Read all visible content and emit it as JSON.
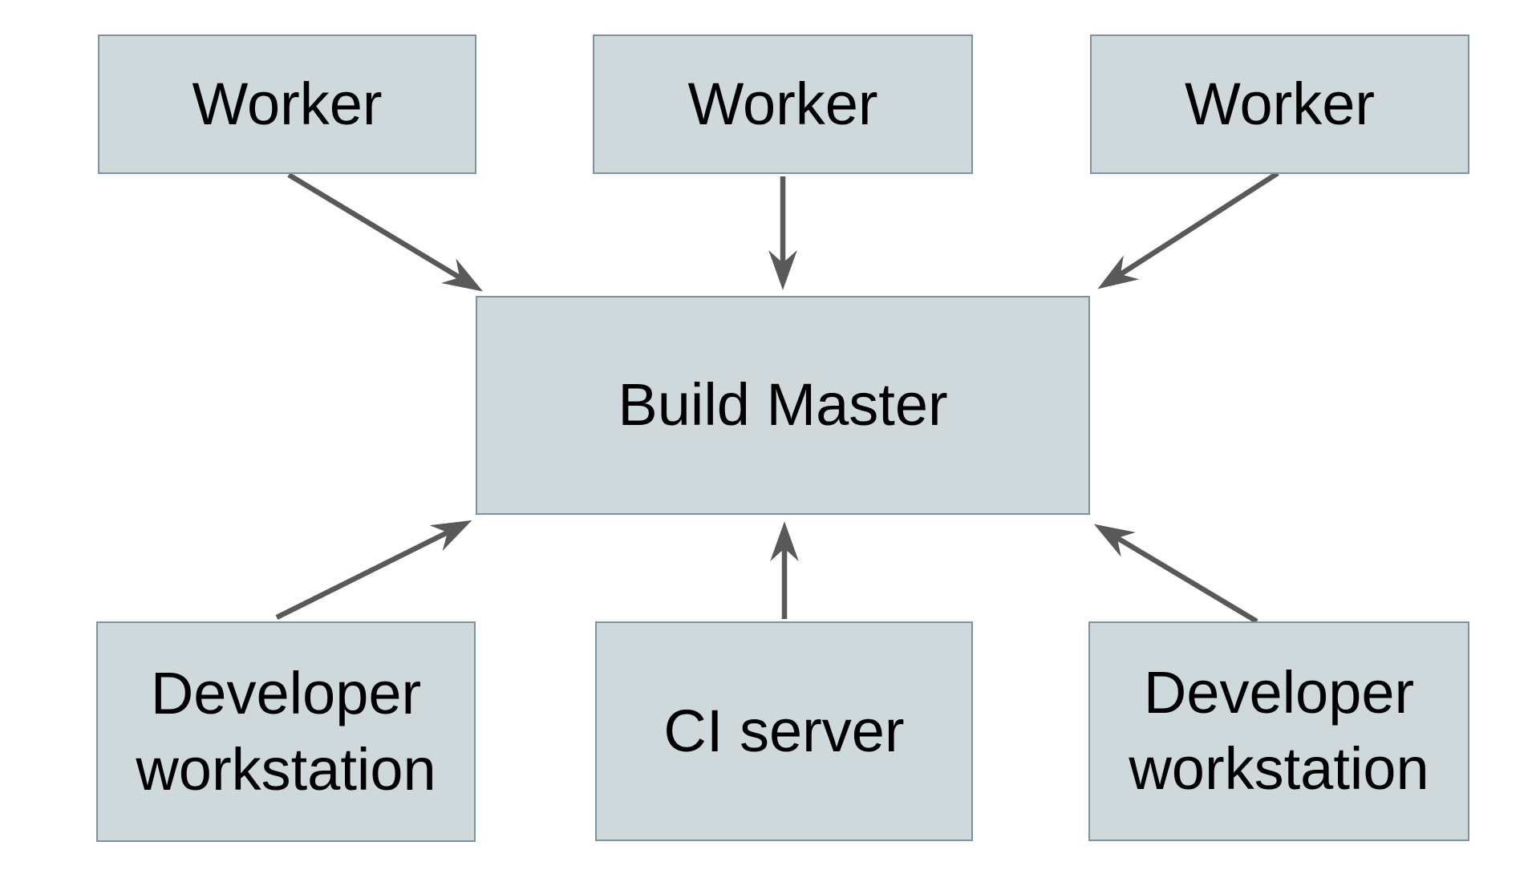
{
  "diagram": {
    "colors": {
      "background": "#ffffff",
      "node_fill": "#cfd8da",
      "node_border": "#7e929d",
      "arrow": "#595959",
      "text": "#000000"
    },
    "nodes": [
      {
        "id": "worker-1",
        "label": "Worker"
      },
      {
        "id": "worker-2",
        "label": "Worker"
      },
      {
        "id": "worker-3",
        "label": "Worker"
      },
      {
        "id": "build-master",
        "label": "Build Master"
      },
      {
        "id": "dev-workstation-left",
        "label": "Developer workstation"
      },
      {
        "id": "ci-server",
        "label": "CI server"
      },
      {
        "id": "dev-workstation-right",
        "label": "Developer workstation"
      }
    ],
    "edges": [
      {
        "from": "worker-1",
        "to": "build-master"
      },
      {
        "from": "worker-2",
        "to": "build-master"
      },
      {
        "from": "worker-3",
        "to": "build-master"
      },
      {
        "from": "dev-workstation-left",
        "to": "build-master"
      },
      {
        "from": "ci-server",
        "to": "build-master"
      },
      {
        "from": "dev-workstation-right",
        "to": "build-master"
      }
    ]
  }
}
